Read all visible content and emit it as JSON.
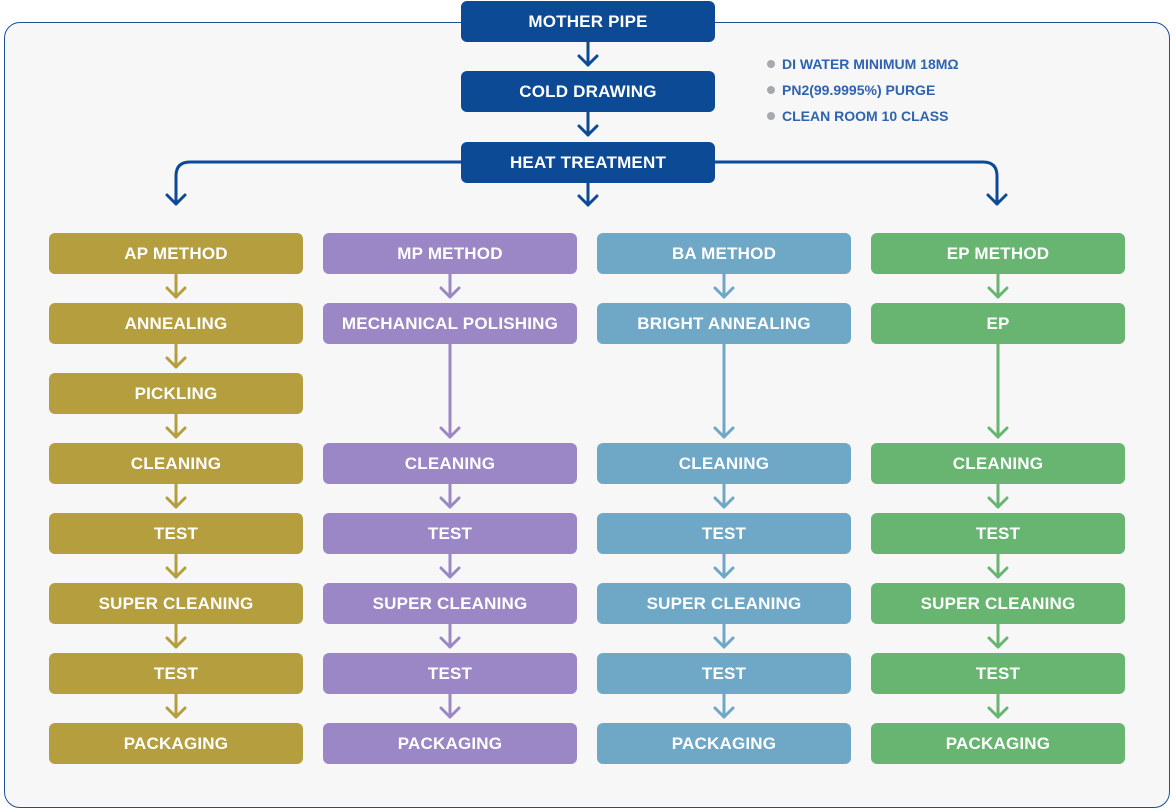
{
  "top_steps": [
    "MOTHER PIPE",
    "COLD DRAWING",
    "HEAT TREATMENT"
  ],
  "notes": [
    "DI WATER MINIMUM 18MΩ",
    "PN2(99.9995%) PURGE",
    "CLEAN ROOM 10 CLASS"
  ],
  "colors": {
    "top": "#0c4a96",
    "ap": "#b49e3d",
    "mp": "#9c87c6",
    "ba": "#6fa7c7",
    "ep": "#68b571"
  },
  "columns": [
    {
      "key": "ap",
      "steps": [
        "AP METHOD",
        "ANNEALING",
        "PICKLING",
        "CLEANING",
        "TEST",
        "SUPER CLEANING",
        "TEST",
        "PACKAGING"
      ]
    },
    {
      "key": "mp",
      "steps": [
        "MP METHOD",
        "MECHANICAL POLISHING",
        "",
        "CLEANING",
        "TEST",
        "SUPER CLEANING",
        "TEST",
        "PACKAGING"
      ]
    },
    {
      "key": "ba",
      "steps": [
        "BA METHOD",
        "BRIGHT ANNEALING",
        "",
        "CLEANING",
        "TEST",
        "SUPER CLEANING",
        "TEST",
        "PACKAGING"
      ]
    },
    {
      "key": "ep",
      "steps": [
        "EP METHOD",
        "EP",
        "",
        "CLEANING",
        "TEST",
        "SUPER CLEANING",
        "TEST",
        "PACKAGING"
      ]
    }
  ]
}
